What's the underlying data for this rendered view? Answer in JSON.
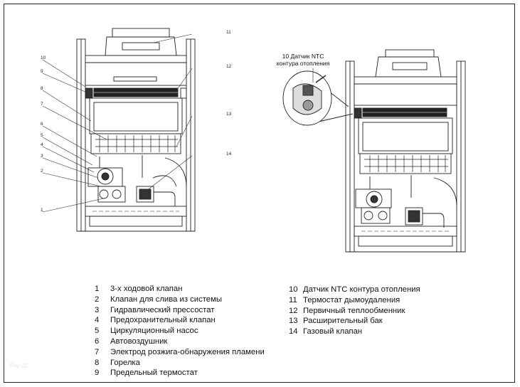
{
  "callout_ntc": [
    "10 Датчик NTC",
    "контура отопления"
  ],
  "figure_caption": "Рис.22",
  "diagram_numbers": {
    "left": [
      "10",
      "9",
      "8",
      "7",
      "6",
      "5",
      "4",
      "3",
      "2",
      "1"
    ],
    "right": [
      "11",
      "12",
      "13",
      "14"
    ]
  },
  "legend_left": [
    {
      "num": "1",
      "text": "3-х ходовой клапан"
    },
    {
      "num": "2",
      "text": "Клапан для слива из системы"
    },
    {
      "num": "3",
      "text": "Гидравлический прессостат"
    },
    {
      "num": "4",
      "text": "Предохранительный клапан"
    },
    {
      "num": "5",
      "text": "Циркуляционный насос"
    },
    {
      "num": "6",
      "text": "Автовоздушник"
    },
    {
      "num": "7",
      "text": "Электрод розжига-обнаружения пламени"
    },
    {
      "num": "8",
      "text": "Горелка"
    },
    {
      "num": "9",
      "text": "Предельный термостат"
    }
  ],
  "legend_right": [
    {
      "num": "10",
      "text": "Датчик NTC контура отопления"
    },
    {
      "num": "11",
      "text": "Термостат дымоудаления"
    },
    {
      "num": "12",
      "text": "Первичный теплообменник"
    },
    {
      "num": "13",
      "text": "Расширительный бак"
    },
    {
      "num": "14",
      "text": "Газовый клапан"
    }
  ]
}
